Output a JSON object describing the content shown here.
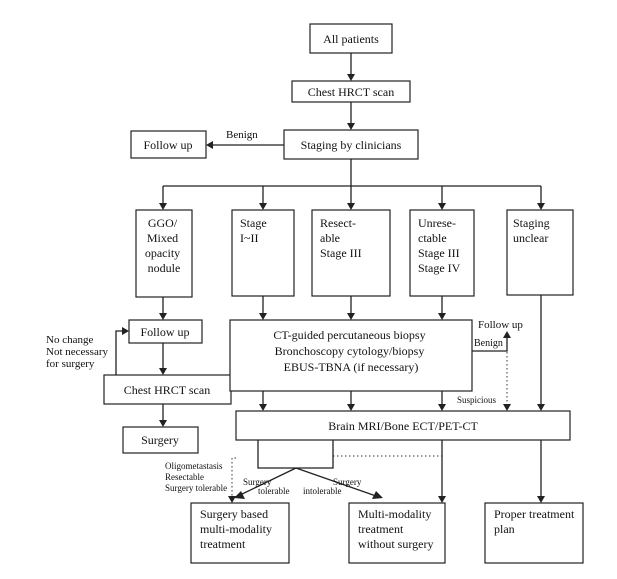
{
  "nodes": {
    "all_patients": "All patients",
    "chest_hrct_1": "Chest HRCT scan",
    "staging_clinicians": "Staging by clinicians",
    "follow_up_top": "Follow up",
    "ggo": [
      "GGO/",
      "Mixed",
      "opacity",
      "nodule"
    ],
    "stage_12": [
      "Stage",
      "I~II"
    ],
    "resectable": [
      "Resect-",
      "able",
      "Stage III"
    ],
    "unresectable": [
      "Unrese-",
      "ctable",
      "Stage III",
      "Stage IV"
    ],
    "staging_unclear": [
      "Staging",
      "unclear"
    ],
    "follow_up_left": "Follow up",
    "chest_hrct_2": "Chest HRCT scan",
    "surgery": "Surgery",
    "biopsy": [
      "CT-guided percutaneous biopsy",
      "Bronchoscopy cytology/biopsy",
      "EBUS-TBNA (if necessary)"
    ],
    "brain_mri": "Brain MRI/Bone ECT/PET-CT",
    "surgery_based": [
      "Surgery based",
      "multi-modality",
      "treatment"
    ],
    "multi_modality_no_surgery": [
      "Multi-modality",
      "treatment",
      "without surgery"
    ],
    "proper_treatment": [
      "Proper treatment",
      "plan"
    ]
  },
  "edge_labels": {
    "benign_top": "Benign",
    "no_change": [
      "No change",
      "Not necessary",
      "for surgery"
    ],
    "follow_up_right": "Follow up",
    "benign_right": "Benign",
    "suspicious": "Suspicious",
    "oligometastasis": [
      "Oligometastasis",
      "Resectable",
      "Surgery tolerable"
    ],
    "surgery_tolerable": [
      "Surgery",
      "tolerable"
    ],
    "surgery_intolerable": [
      "Surgery",
      "intolerable"
    ]
  }
}
